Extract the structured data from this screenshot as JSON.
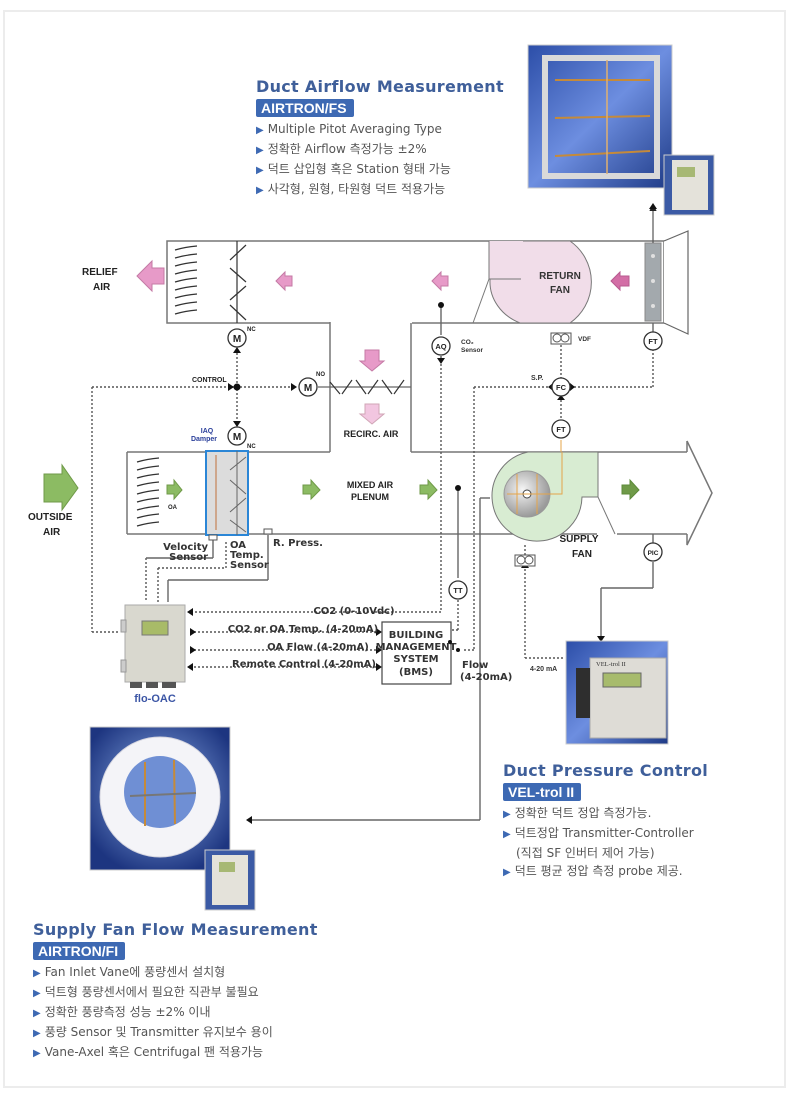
{
  "sections": {
    "duct_airflow": {
      "title": "Duct Airflow Measurement",
      "badge": "AIRTRON/FS",
      "bullets": [
        "Multiple Pitot Averaging Type",
        "정확한 Airflow 측정가능 ±2%",
        "덕트 삽입형 혹은 Station 형태 가능",
        "사각형, 원형, 타원형 덕트 적용가능"
      ]
    },
    "duct_pressure": {
      "title": "Duct Pressure Control",
      "badge": "VEL-trol II",
      "bullets": [
        "정확한 덕트 정압 측정가능.",
        "덕트정압 Transmitter-Controller",
        "(직접 SF 인버터 제어 가능)",
        "덕트 평균 정압 측정 probe 제공."
      ]
    },
    "supply_fan_flow": {
      "title": "Supply Fan Flow Measurement",
      "badge": "AIRTRON/FI",
      "bullets": [
        "Fan Inlet Vane에 풍량센서 설치형",
        "덕트형 풍량센서에서 필요한 직관부 불필요",
        "정확한 풍량측정 성능 ±2% 이내",
        "풍량 Sensor 및 Transmitter 유지보수 용이",
        "Vane-Axel 혹은 Centrifugal 팬 적용가능"
      ]
    }
  },
  "diagram": {
    "relief_air": [
      "RELIEF",
      "AIR"
    ],
    "outside_air": [
      "OUTSIDE",
      "AIR"
    ],
    "return_fan": [
      "RETURN",
      "FAN"
    ],
    "supply_fan": [
      "SUPPLY",
      "FAN"
    ],
    "mixed_air": [
      "MIXED AIR",
      "PLENUM"
    ],
    "recirc_air": "RECIRC. AIR",
    "control": "CONTROL",
    "motor": "M",
    "nc": "NC",
    "no": "NO",
    "oa": "OA",
    "iaq_damper": [
      "IAQ",
      "Damper"
    ],
    "velocity_sensor": [
      "Velocity",
      "Sensor"
    ],
    "oa_temp_sensor": [
      "OA",
      "Temp.",
      "Sensor"
    ],
    "r_press": "R. Press.",
    "aq": "AQ",
    "co2_sensor": [
      "CO₂",
      "Sensor"
    ],
    "vdf": "VDF",
    "ft": "FT",
    "fc": "FC",
    "sp": "S.P.",
    "tt": "TT",
    "pic": "PIC",
    "ma_4_20": "4-20 mA",
    "flow": [
      "Flow",
      "(4-20mA)"
    ],
    "bms": [
      "BUILDING",
      "MANAGEMENT",
      "SYSTEM",
      "(BMS)"
    ],
    "signals": [
      "CO2 (0-10Vdc)",
      "CO2 or OA Temp. (4-20mA)",
      "OA Flow (4-20mA)",
      "Remote Control (4-20mA)"
    ],
    "flo_oac": "flo-OAC",
    "vel_trol_display": "VEL-trol II",
    "colors": {
      "relief_arrow": "#e79ac8",
      "outside_arrow": "#8cbb63",
      "return_fan_fill": "#f1dde9",
      "supply_fan_fill": "#d8ecd2",
      "iaq_box": "#2b86d6",
      "title_blue": "#3f5f9a",
      "badge_blue": "#3d69b3"
    }
  }
}
